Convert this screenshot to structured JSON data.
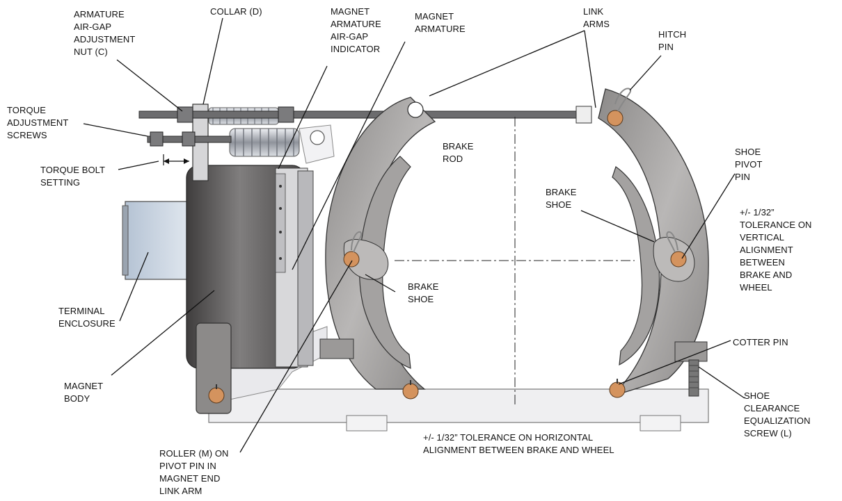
{
  "labels": {
    "armature_nut": [
      "ARMATURE",
      "AIR-GAP",
      "ADJUSTMENT",
      "NUT (C)"
    ],
    "collar": [
      "COLLAR (D)"
    ],
    "airgap_indicator": [
      "MAGNET",
      "ARMATURE",
      "AIR-GAP",
      "INDICATOR"
    ],
    "magnet_armature": [
      "MAGNET",
      "ARMATURE"
    ],
    "link_arms": [
      "LINK",
      "ARMS"
    ],
    "hitch_pin": [
      "HITCH",
      "PIN"
    ],
    "torque_screws": [
      "TORQUE",
      "ADJUSTMENT",
      "SCREWS"
    ],
    "torque_bolt": [
      "TORQUE BOLT",
      "SETTING"
    ],
    "brake_rod": [
      "BRAKE",
      "ROD"
    ],
    "shoe_pivot_pin": [
      "SHOE",
      "PIVOT",
      "PIN"
    ],
    "brake_shoe_right": [
      "BRAKE",
      "SHOE"
    ],
    "vertical_tolerance": [
      "+/- 1/32”",
      "TOLERANCE ON",
      "VERTICAL",
      "ALIGNMENT",
      "BETWEEN",
      "BRAKE AND",
      "WHEEL"
    ],
    "brake_shoe_left": [
      "BRAKE",
      "SHOE"
    ],
    "terminal_enclosure": [
      "TERMINAL",
      "ENCLOSURE"
    ],
    "magnet_body": [
      "MAGNET",
      "BODY"
    ],
    "cotter_pin": [
      "COTTER PIN"
    ],
    "shoe_clearance": [
      "SHOE",
      "CLEARANCE",
      "EQUALIZATION",
      "SCREW (L)"
    ],
    "horizontal_tolerance": [
      "+/- 1/32” TOLERANCE ON HORIZONTAL",
      "ALIGNMENT BETWEEN BRAKE AND WHEEL"
    ],
    "roller": [
      "ROLLER (M) ON",
      "PIVOT PIN IN",
      "MAGNET END",
      "LINK ARM"
    ]
  },
  "colors": {
    "arm_fill": "#a9a7a6",
    "arm_dark": "#6e6c6b",
    "magnet_body": "#5a5858",
    "pin_fill": "#d4935e",
    "base_fill": "#eeeeef",
    "spring": "#9a9ca2"
  }
}
